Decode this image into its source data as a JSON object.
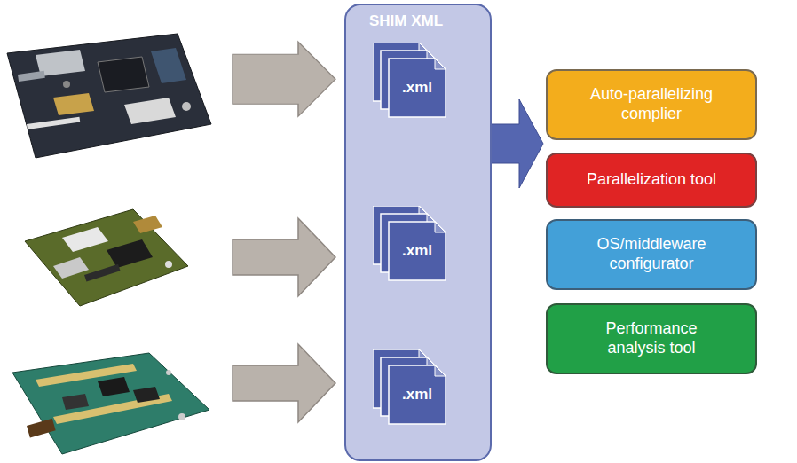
{
  "diagram": {
    "nodes": [
      {
        "text": [
          "SHIM XML"
        ]
      },
      {
        "text": [
          ".xml"
        ],
        "in": 0
      },
      {
        "text": [
          ".xml"
        ],
        "in": 0
      },
      {
        "text": [
          ".xml"
        ],
        "in": 0
      },
      {
        "text": [
          "Auto-parallelizing complier"
        ]
      },
      {
        "text": [
          "Parallelization tool"
        ]
      },
      {
        "text": [
          "OS/middleware configurator"
        ]
      },
      {
        "text": [
          "Performance analysis tool"
        ]
      }
    ]
  }
}
